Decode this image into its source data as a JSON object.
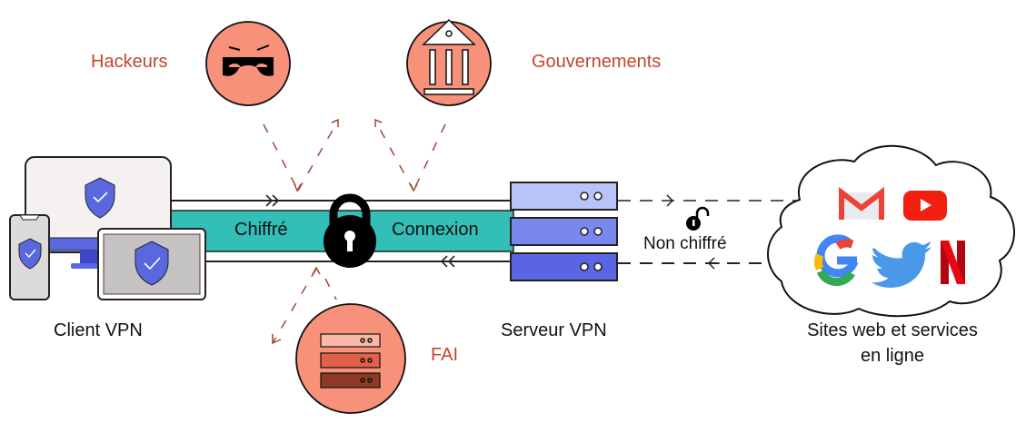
{
  "diagram": {
    "title": "VPN connection diagram",
    "nodes": {
      "client": {
        "label": "Client VPN",
        "devices": [
          "desktop-monitor",
          "smartphone",
          "tablet"
        ]
      },
      "server": {
        "label": "Serveur VPN"
      },
      "sites": {
        "label_line1": "Sites web et services",
        "label_line2": "en ligne",
        "services": [
          "gmail-icon",
          "youtube-icon",
          "google-icon",
          "twitter-icon",
          "netflix-icon"
        ]
      }
    },
    "tunnel": {
      "label_left": "Chiffré",
      "label_right": "Connexion",
      "icon": "padlock-locked-icon"
    },
    "unencrypted": {
      "label": "Non chiffré",
      "icon": "padlock-open-icon"
    },
    "threats": [
      {
        "id": "hackers",
        "label": "Hackeurs",
        "icon": "mask-icon"
      },
      {
        "id": "government",
        "label": "Gouvernements",
        "icon": "government-building-icon"
      },
      {
        "id": "isp",
        "label": "FAI",
        "icon": "server-stack-icon"
      }
    ],
    "colors": {
      "tunnel": "#33bfb8",
      "threat_fill": "#f7917a",
      "threat_text": "#c4462b",
      "arrow": "#9c4a35",
      "shield": "#5a68e0",
      "server_1": "#b8c4f8",
      "server_2": "#7a88ee",
      "server_3": "#5a65e4"
    }
  }
}
